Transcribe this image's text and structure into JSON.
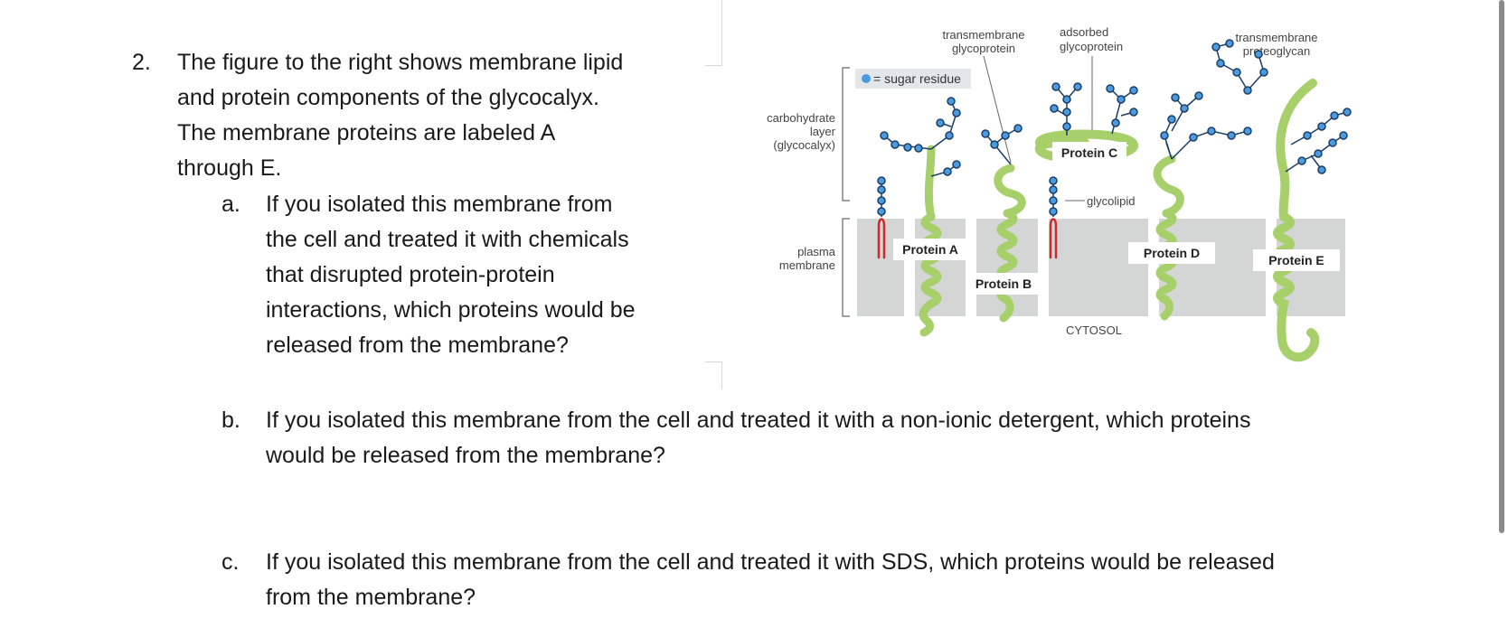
{
  "question": {
    "number": "2.",
    "stem_lines": [
      "The figure to the right shows membrane lipid",
      "and protein components of the glycocalyx.",
      "The membrane proteins are labeled A",
      "through E."
    ],
    "parts": [
      {
        "label": "a.",
        "lines": [
          "If you isolated this membrane from",
          "the cell and treated it with chemicals",
          "that disrupted protein-protein",
          "interactions, which proteins would be",
          "released from the membrane?"
        ]
      },
      {
        "label": "b.",
        "lines": [
          "If you isolated this membrane from the cell and treated it with a non-ionic detergent, which proteins",
          "would be released from the membrane?"
        ]
      },
      {
        "label": "c.",
        "lines": [
          "If you isolated this membrane from the cell and treated it with SDS, which proteins would be released",
          "from the membrane?"
        ]
      }
    ]
  },
  "figure": {
    "labels": {
      "tm_glyco_1": "transmembrane",
      "tm_glyco_2": "glycoprotein",
      "ads_glyco_1": "adsorbed",
      "ads_glyco_2": "glycoprotein",
      "tm_proteo_1": "transmembrane",
      "tm_proteo_2": "proteoglycan",
      "legend": "= sugar residue",
      "carb_1": "carbohydrate",
      "carb_2": "layer",
      "carb_3": "(glycocalyx)",
      "pm_1": "plasma",
      "pm_2": "membrane",
      "glycolipid": "glycolipid",
      "cytosol": "CYTOSOL",
      "protein_a": "Protein A",
      "protein_b": "Protein B",
      "protein_c": "Protein C",
      "protein_d": "Protein D",
      "protein_e": "Protein E"
    },
    "colors": {
      "protein_green": "#a7cf6a",
      "sugar_blue": "#4a9be0",
      "membrane_gray": "#d3d6d5",
      "lipid_red": "#cc2b2b"
    }
  }
}
